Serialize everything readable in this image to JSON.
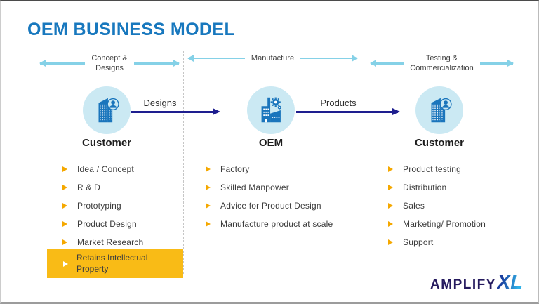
{
  "colors": {
    "title-blue": "#1878BE",
    "light-blue": "#85D1E7",
    "circle-fill": "#CBE9F3",
    "icon-blue": "#1A75BC",
    "navy-arrow": "#1E1E8F",
    "gold": "#F5A800",
    "highlight-yellow": "#F9BB16",
    "logo-navy": "#251A5E",
    "logo-blue-1": "#1B3E9E",
    "logo-blue-2": "#2FB1E8"
  },
  "title": "OEM BUSINESS MODEL",
  "phases": [
    {
      "label": "Concept &\nDesigns"
    },
    {
      "label": "Manufacture"
    },
    {
      "label": "Testing &\nCommercialization"
    }
  ],
  "flows": [
    {
      "label": "Designs"
    },
    {
      "label": "Products"
    }
  ],
  "columns": [
    {
      "entity": "Customer",
      "icon": "building-person-icon",
      "items": [
        "Idea / Concept",
        "R & D",
        "Prototyping",
        "Product Design",
        "Market Research"
      ],
      "highlight": "Retains Intellectual Property"
    },
    {
      "entity": "OEM",
      "icon": "factory-icon",
      "items": [
        "Factory",
        "Skilled Manpower",
        "Advice for Product Design",
        "Manufacture product at scale"
      ]
    },
    {
      "entity": "Customer",
      "icon": "building-person-icon",
      "items": [
        "Product testing",
        "Distribution",
        "Sales",
        "Marketing/ Promotion",
        "Support"
      ]
    }
  ],
  "logo": {
    "name": "AMPLIFY",
    "suffix": "XL"
  }
}
